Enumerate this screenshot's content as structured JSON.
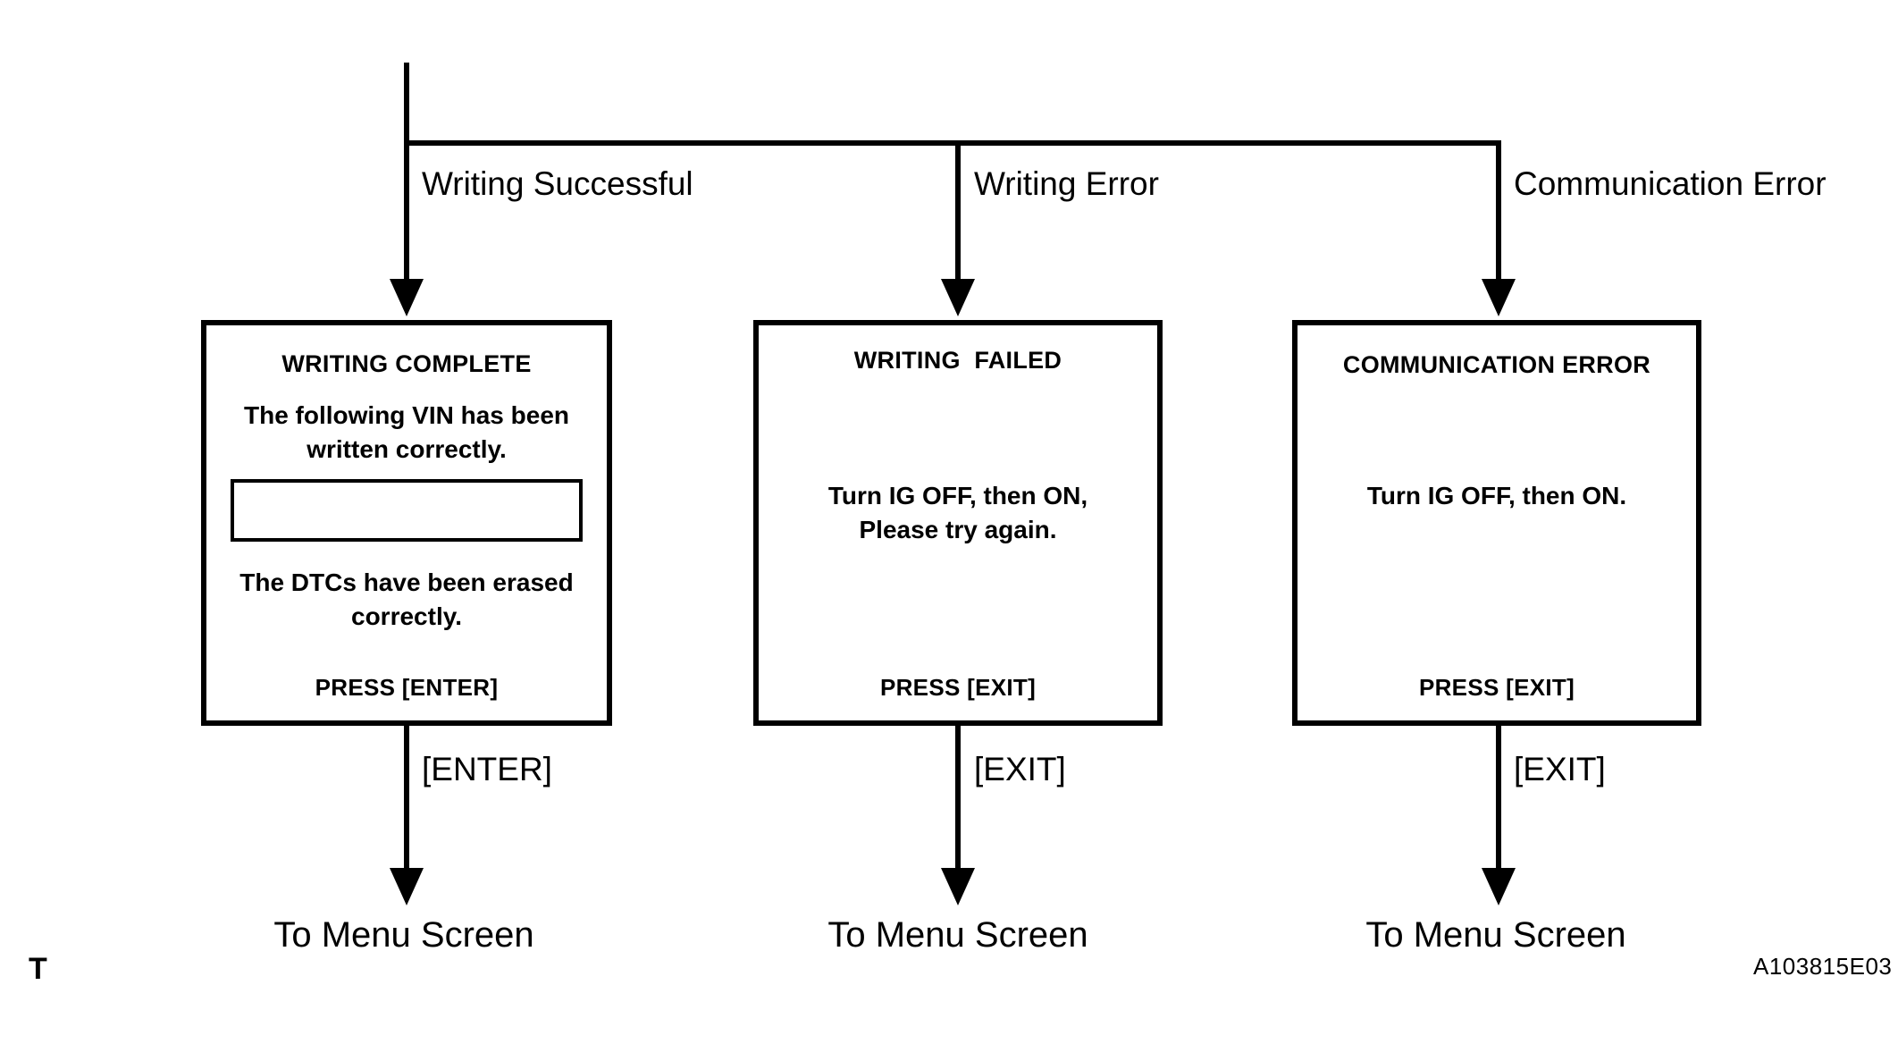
{
  "diagram": {
    "reference_code": "A103815E03",
    "corner_mark": "T",
    "branches": [
      {
        "label": "Writing Successful",
        "key_label": "[ENTER]",
        "terminal": "To Menu Screen",
        "screen": {
          "title": "WRITING COMPLETE",
          "body_line_1": "The following VIN has been",
          "body_line_2": "written correctly.",
          "has_vin_field": true,
          "vin_value": "",
          "body_line_3": "The DTCs have been erased",
          "body_line_4": "correctly.",
          "footer": "PRESS [ENTER]"
        }
      },
      {
        "label": "Writing Error",
        "key_label": "[EXIT]",
        "terminal": "To Menu Screen",
        "screen": {
          "title": "WRITING  FAILED",
          "body_line_1": "Turn IG OFF, then ON,",
          "body_line_2": "Please try again.",
          "has_vin_field": false,
          "vin_value": "",
          "body_line_3": "",
          "body_line_4": "",
          "footer": "PRESS [EXIT]"
        }
      },
      {
        "label": "Communication Error",
        "key_label": "[EXIT]",
        "terminal": "To Menu Screen",
        "screen": {
          "title": "COMMUNICATION ERROR",
          "body_line_1": "Turn IG OFF, then ON.",
          "body_line_2": "",
          "has_vin_field": false,
          "vin_value": "",
          "body_line_3": "",
          "body_line_4": "",
          "footer": "PRESS [EXIT]"
        }
      }
    ],
    "colors": {
      "line": "#000000",
      "background": "#ffffff",
      "text": "#000000"
    }
  }
}
